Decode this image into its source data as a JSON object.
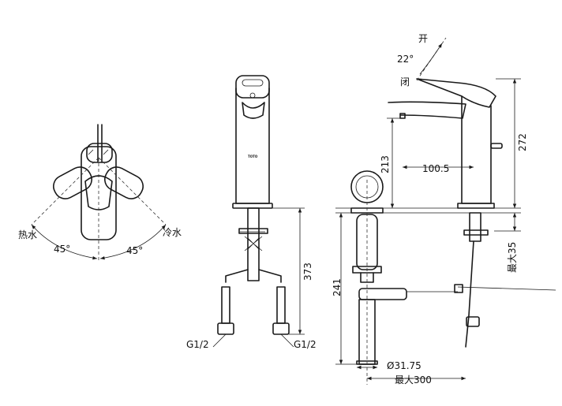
{
  "top_view": {
    "hot_label": "热水",
    "cold_label": "冷水",
    "left_angle": "45°",
    "right_angle": "45°"
  },
  "front_view": {
    "brand": "TOTO",
    "height_373": "373",
    "left_thread": "G1/2",
    "right_thread": "G1/2"
  },
  "side_view": {
    "open_label": "开",
    "close_label": "闭",
    "lever_angle": "22°",
    "height_272": "272",
    "spout_height_213": "213",
    "reach_100_5": "100.5",
    "max_35": "最大35",
    "drain_241": "241",
    "diameter": "Ø31.75",
    "max_300": "最大300"
  }
}
